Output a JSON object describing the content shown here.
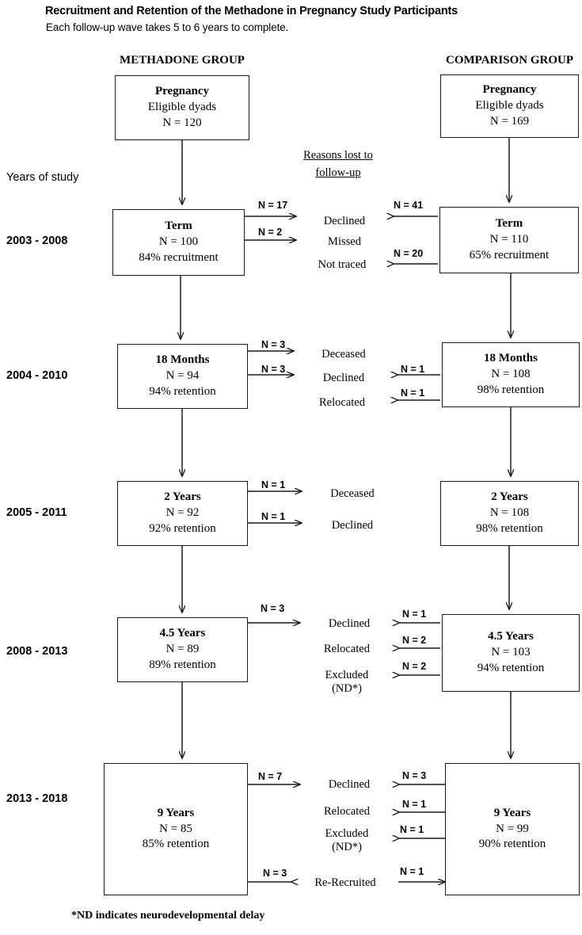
{
  "title": {
    "main": "Recruitment and Retention of the Methadone in Pregnancy Study Participants",
    "sub": "Each follow-up wave takes 5 to 6 years to complete."
  },
  "columns": {
    "left_header": "METHADONE GROUP",
    "right_header": "COMPARISON GROUP",
    "middle_header_line1": "Reasons lost to",
    "middle_header_line2": "follow-up"
  },
  "side_axis": {
    "caption": "Years of study",
    "labels": [
      "2003 - 2008",
      "2004 - 2010",
      "2005 - 2011",
      "2008 - 2013",
      "2013 - 2018"
    ]
  },
  "nodes": {
    "left": [
      {
        "title": "Pregnancy",
        "line2": "Eligible dyads",
        "line3": "N = 120"
      },
      {
        "title": "Term",
        "line2": "N = 100",
        "line3": "84% recruitment"
      },
      {
        "title": "18 Months",
        "line2": "N = 94",
        "line3": "94% retention"
      },
      {
        "title": "2 Years",
        "line2": "N = 92",
        "line3": "92% retention"
      },
      {
        "title": "4.5 Years",
        "line2": "N = 89",
        "line3": "89% retention"
      },
      {
        "title": "9 Years",
        "line2": "N = 85",
        "line3": "85% retention"
      }
    ],
    "right": [
      {
        "title": "Pregnancy",
        "line2": "Eligible dyads",
        "line3": "N = 169"
      },
      {
        "title": "Term",
        "line2": "N = 110",
        "line3": "65% recruitment"
      },
      {
        "title": "18 Months",
        "line2": "N = 108",
        "line3": "98% retention"
      },
      {
        "title": "2 Years",
        "line2": "N = 108",
        "line3": "98% retention"
      },
      {
        "title": "4.5 Years",
        "line2": "N = 103",
        "line3": "94% retention"
      },
      {
        "title": "9 Years",
        "line2": "N = 99",
        "line3": "90% retention"
      }
    ]
  },
  "reasons": {
    "term": [
      {
        "text": "Declined",
        "left_n": "N = 17",
        "right_n": "N = 41"
      },
      {
        "text": "Missed",
        "left_n": "N = 2",
        "right_n": ""
      },
      {
        "text": "Not traced",
        "left_n": "",
        "right_n": "N = 20"
      }
    ],
    "eighteen_months": [
      {
        "text": "Deceased",
        "left_n": "N = 3",
        "right_n": ""
      },
      {
        "text": "Declined",
        "left_n": "N = 3",
        "right_n": "N = 1"
      },
      {
        "text": "Relocated",
        "left_n": "",
        "right_n": "N = 1"
      }
    ],
    "two_years": [
      {
        "text": "Deceased",
        "left_n": "N = 1",
        "right_n": ""
      },
      {
        "text": "Declined",
        "left_n": "N = 1",
        "right_n": ""
      }
    ],
    "four_five_years": [
      {
        "text": "Declined",
        "left_n": "N = 3",
        "right_n": "N = 1"
      },
      {
        "text": "Relocated",
        "left_n": "",
        "right_n": "N = 2"
      },
      {
        "text": "Excluded",
        "text2": "(ND*)",
        "left_n": "",
        "right_n": "N = 2"
      }
    ],
    "nine_years": [
      {
        "text": "Declined",
        "left_n": "N = 7",
        "right_n": "N = 3"
      },
      {
        "text": "Relocated",
        "left_n": "",
        "right_n": "N = 1"
      },
      {
        "text": "Excluded",
        "text2": "(ND*)",
        "left_n": "",
        "right_n": "N = 1"
      },
      {
        "text": "Re-Recruited",
        "left_n": "N = 3",
        "right_n": "N = 1"
      }
    ]
  },
  "footnote": "*ND indicates neurodevelopmental delay",
  "colors": {
    "stroke": "#1a1a1a",
    "background": "#ffffff",
    "text": "#000000"
  }
}
